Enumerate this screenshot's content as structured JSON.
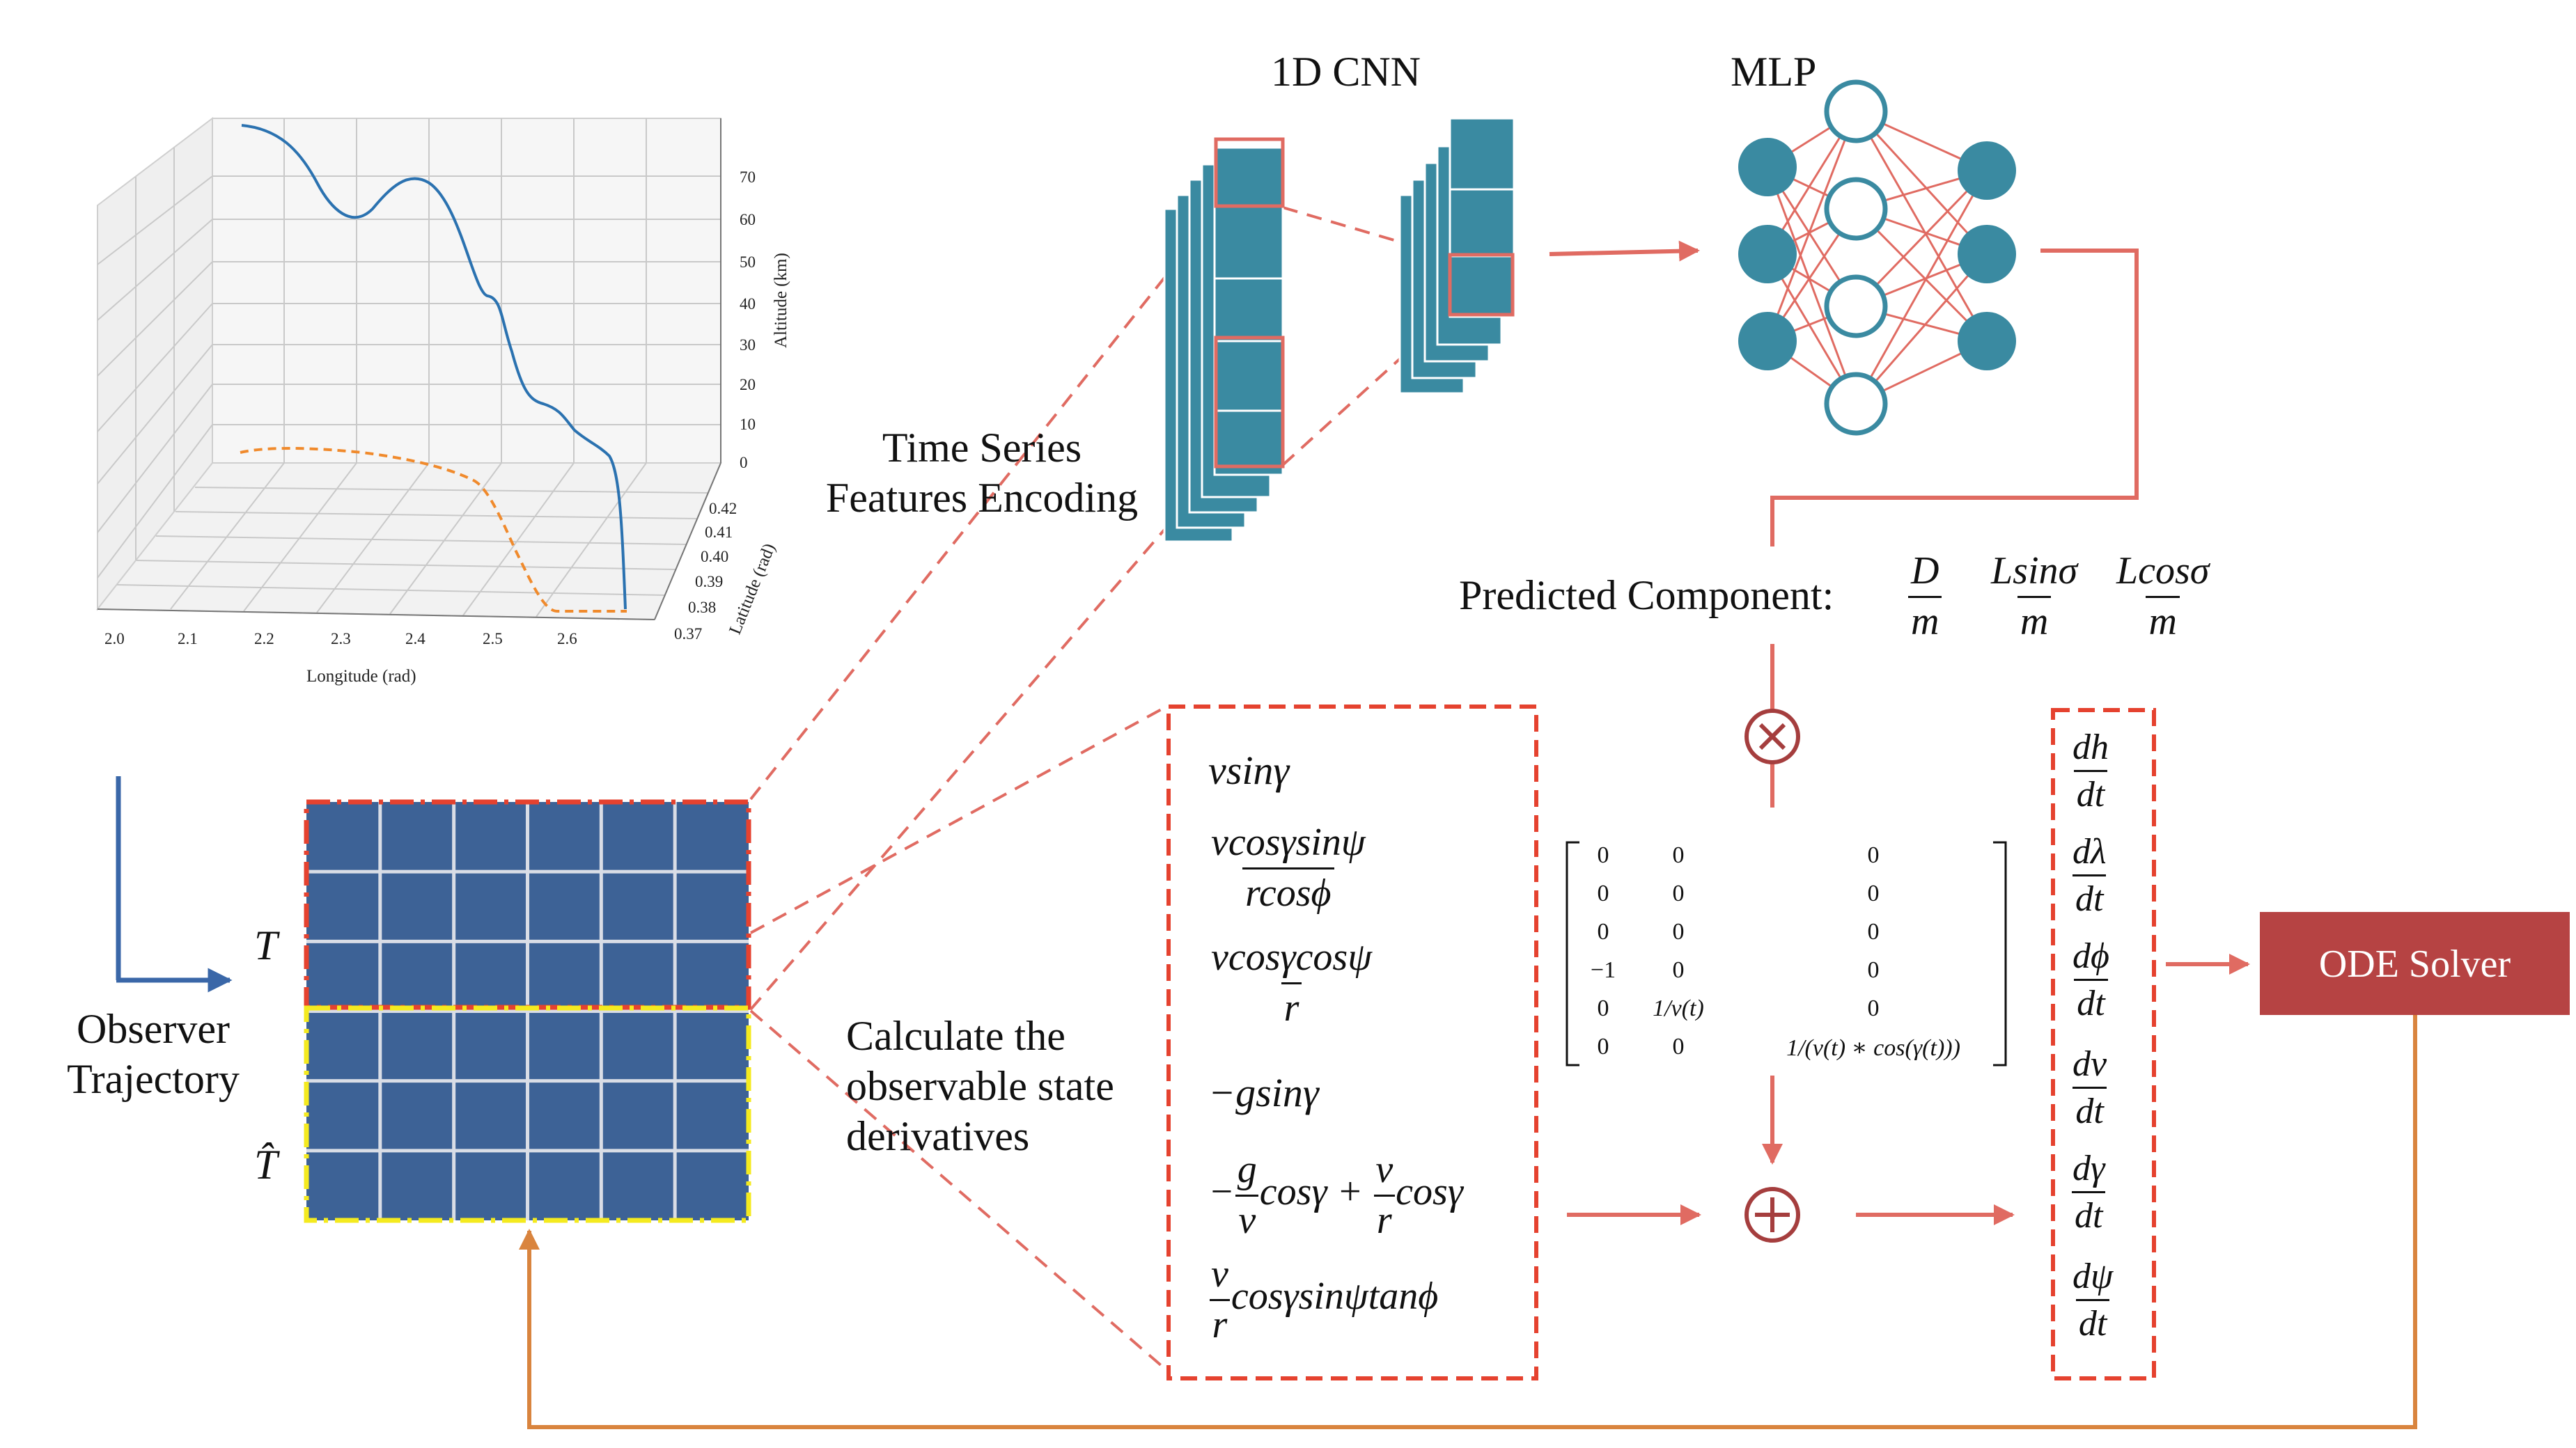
{
  "labels": {
    "cnn": "1D CNN",
    "mlp": "MLP",
    "time_series_1": "Time Series",
    "time_series_2": "Features Encoding",
    "observer_1": "Observer",
    "observer_2": "Trajectory",
    "t_symbol": "T",
    "t_hat_symbol": "T̂",
    "calc_1": "Calculate the",
    "calc_2": "observable state",
    "calc_3": "derivatives",
    "predicted": "Predicted Component:",
    "ode_solver": "ODE Solver"
  },
  "predicted_fracs": [
    {
      "num": "D",
      "den": "m"
    },
    {
      "num": "Lsinσ",
      "den": "m"
    },
    {
      "num": "Lcosσ",
      "den": "m"
    }
  ],
  "state_equations": {
    "e1": "vsinγ",
    "e2_num": "vcosγsinψ",
    "e2_den": "rcosϕ",
    "e3_num": "vcosγcosψ",
    "e3_den": "r",
    "e4": "−gsinγ",
    "e5_minus": "−",
    "e5_g": "g",
    "e5_v": "v",
    "e5_mid": "cosγ +",
    "e5_v2": "v",
    "e5_r": "r",
    "e5_end": "cosγ",
    "e6_v": "v",
    "e6_r": "r",
    "e6_end": "cosγsinψtanϕ"
  },
  "derivatives": [
    {
      "num": "dh",
      "den": "dt"
    },
    {
      "num": "dλ",
      "den": "dt"
    },
    {
      "num": "dϕ",
      "den": "dt"
    },
    {
      "num": "dv",
      "den": "dt"
    },
    {
      "num": "dγ",
      "den": "dt"
    },
    {
      "num": "dψ",
      "den": "dt"
    }
  ],
  "matrix": [
    [
      "0",
      "0",
      "0"
    ],
    [
      "0",
      "0",
      "0"
    ],
    [
      "0",
      "0",
      "0"
    ],
    [
      "−1",
      "0",
      "0"
    ],
    [
      "0",
      "1/v(t)",
      "0"
    ],
    [
      "0",
      "0",
      "1/(v(t) ∗ cos(γ(t)))"
    ]
  ],
  "operators": {
    "multiply": "×",
    "add": "+"
  },
  "plot3d": {
    "z_label": "Altitude (km)",
    "z_ticks": [
      "70",
      "60",
      "50",
      "40",
      "30",
      "20",
      "10",
      "0"
    ],
    "y_label": "Latitude (rad)",
    "y_ticks": [
      "0.42",
      "0.41",
      "0.40",
      "0.39",
      "0.38",
      "0.37"
    ],
    "x_label": "Longitude (rad)",
    "x_ticks": [
      "2.0",
      "2.1",
      "2.2",
      "2.3",
      "2.4",
      "2.5",
      "2.6"
    ]
  },
  "colors": {
    "teal": "#3a8aa1",
    "salmon": "#e06b62",
    "dashed_red": "#e5422f",
    "grid_blue": "#3d6296",
    "yellow": "#f4ea1f",
    "ode_fill": "#b64343",
    "orange": "#d9843e",
    "navy_axis": "#3a67a8",
    "curve_blue": "#2b72b0",
    "curve_orange": "#f08a2c",
    "op_circle": "#a53e3e"
  }
}
